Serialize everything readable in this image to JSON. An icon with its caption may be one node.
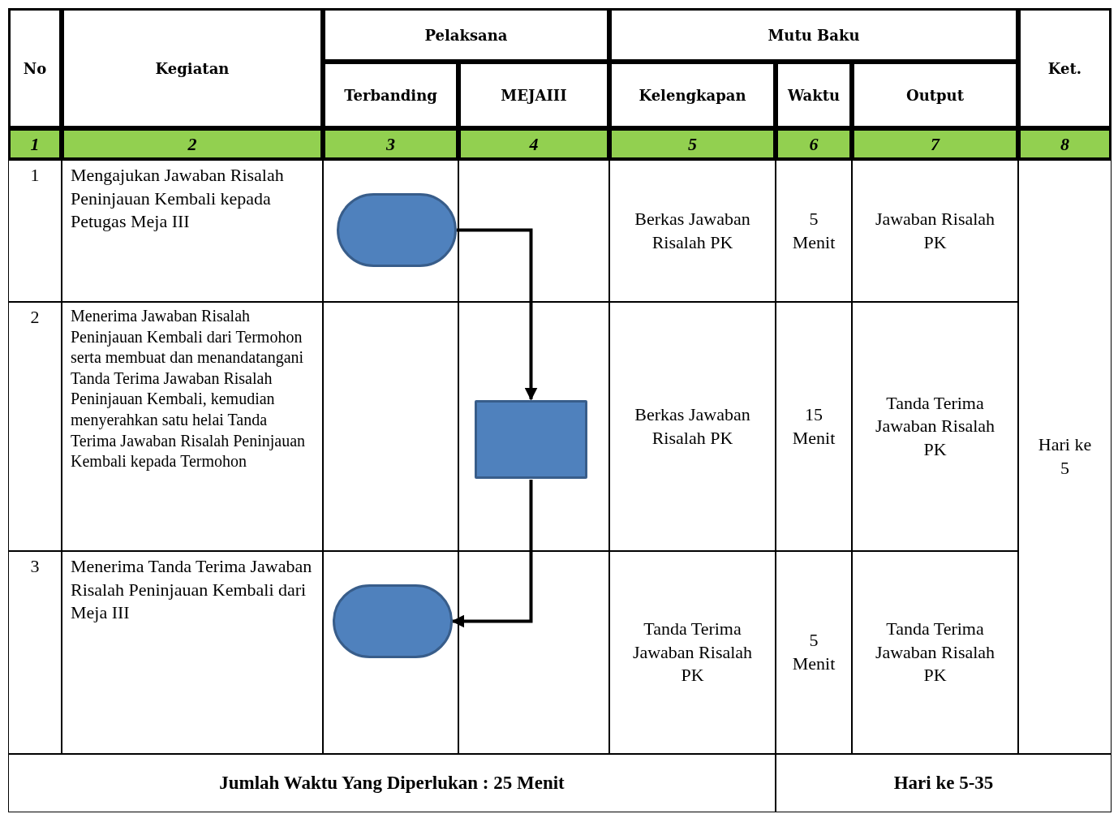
{
  "diagram": {
    "nodes": [
      {
        "text": [],
        "shape": "oval"
      },
      {
        "text": [],
        "shape": "box"
      },
      {
        "text": [],
        "shape": "oval"
      }
    ],
    "edges": [
      {
        "from": 0,
        "to": 1,
        "arrow": "to"
      },
      {
        "from": 1,
        "to": 2,
        "arrow": "to"
      }
    ],
    "labels": [
      "No",
      "Kegiatan",
      "Pelaksana",
      "Mutu Baku",
      "Ket.",
      "Terbanding",
      "MEJAIII",
      "Kelengkapan",
      "Waktu",
      "Output",
      "1",
      "2",
      "3",
      "4",
      "5",
      "6",
      "7",
      "8",
      "1",
      "Mengajukan Jawaban Risalah Peninjauan Kembali kepada Petugas Meja III",
      "Berkas Jawaban Risalah PK",
      "5 Menit",
      "Jawaban Risalah PK",
      "Hari ke 5",
      "2",
      "Menerima Jawaban Risalah Peninjauan Kembali dari Termohon serta membuat dan menandatangani Tanda Terima Jawaban Risalah Peninjauan Kembali, kemudian menyerahkan satu helai Tanda Terima Jawaban Risalah Peninjauan Kembali kepada Termohon",
      "Berkas Jawaban Risalah PK",
      "15 Menit",
      "Tanda Terima Jawaban Risalah PK",
      "3",
      "Menerima Tanda Terima Jawaban Risalah Peninjauan Kembali dari Meja III",
      "Tanda Terima Jawaban Risalah PK",
      "5 Menit",
      "Tanda Terima Jawaban Risalah PK",
      "Jumlah Waktu Yang Diperlukan : 25 Menit",
      "Hari ke 5-35"
    ]
  }
}
